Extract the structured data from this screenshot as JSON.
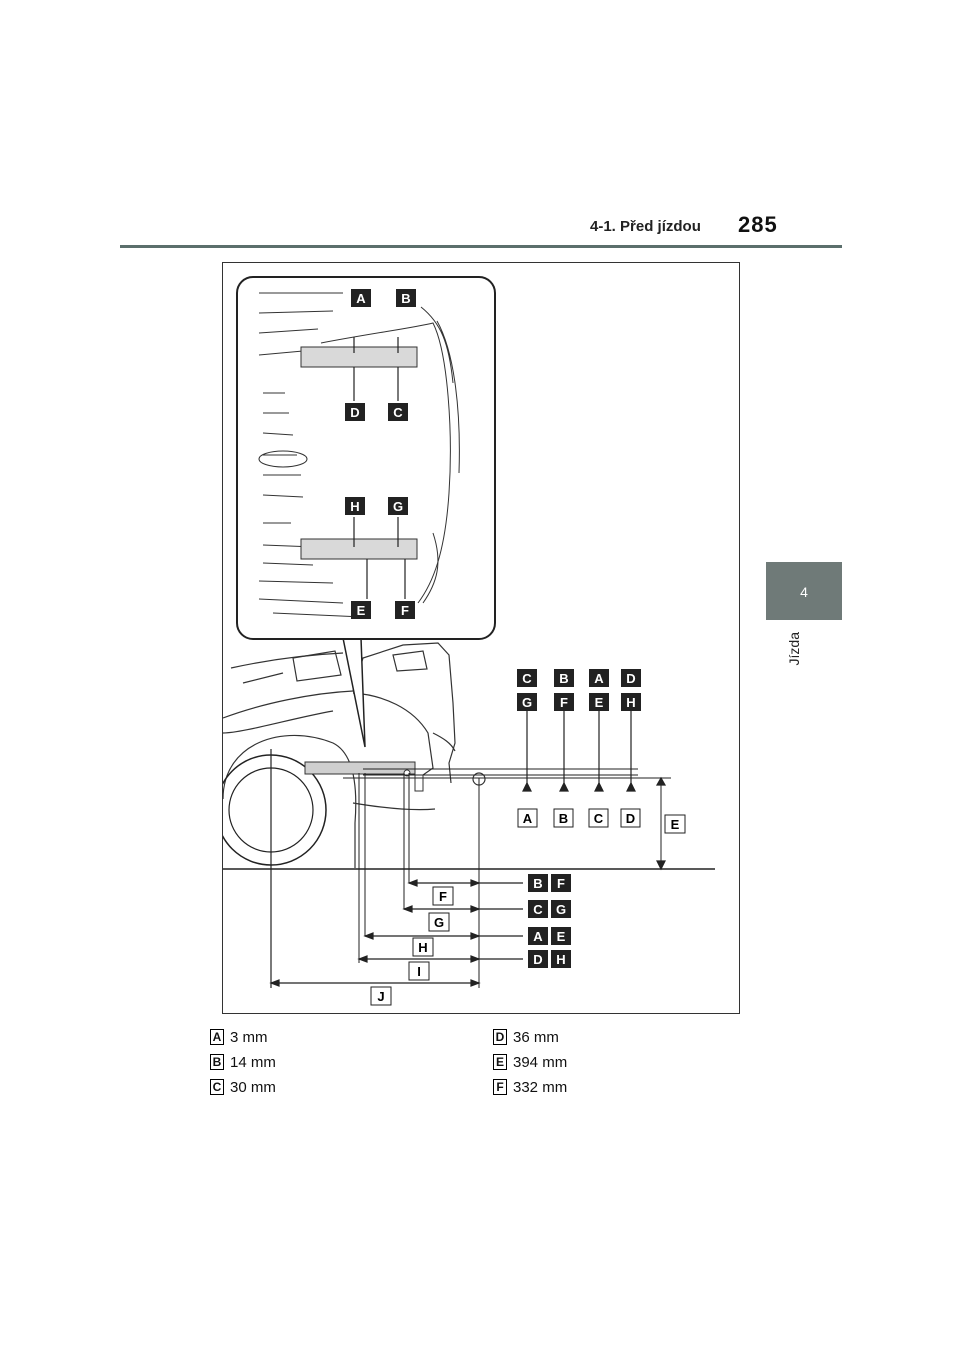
{
  "header": {
    "section_title": "4-1. Před jízdou",
    "page_number": "285"
  },
  "chapter_tab": {
    "number": "4",
    "name": "Jízda"
  },
  "figure": {
    "detail_labels": [
      "A",
      "B",
      "D",
      "C",
      "H",
      "G",
      "E",
      "F"
    ],
    "top_callouts": [
      {
        "upper": "C",
        "lower": "G"
      },
      {
        "upper": "B",
        "lower": "F"
      },
      {
        "upper": "A",
        "lower": "E"
      },
      {
        "upper": "D",
        "lower": "H"
      }
    ],
    "bottom_callouts": [
      "A",
      "B",
      "C",
      "D"
    ],
    "height_label": "E",
    "distance_rows": [
      {
        "label": "F",
        "right": [
          "B",
          "F"
        ]
      },
      {
        "label": "G",
        "right": [
          "C",
          "G"
        ]
      },
      {
        "label": "H",
        "right": [
          "A",
          "E"
        ]
      },
      {
        "label": "I",
        "right": [
          "D",
          "H"
        ]
      },
      {
        "label": "J",
        "right": []
      }
    ]
  },
  "legend": [
    {
      "key": "A",
      "value": "3 mm"
    },
    {
      "key": "B",
      "value": "14 mm"
    },
    {
      "key": "C",
      "value": "30 mm"
    },
    {
      "key": "D",
      "value": "36 mm"
    },
    {
      "key": "E",
      "value": "394 mm"
    },
    {
      "key": "F",
      "value": "332 mm"
    }
  ]
}
